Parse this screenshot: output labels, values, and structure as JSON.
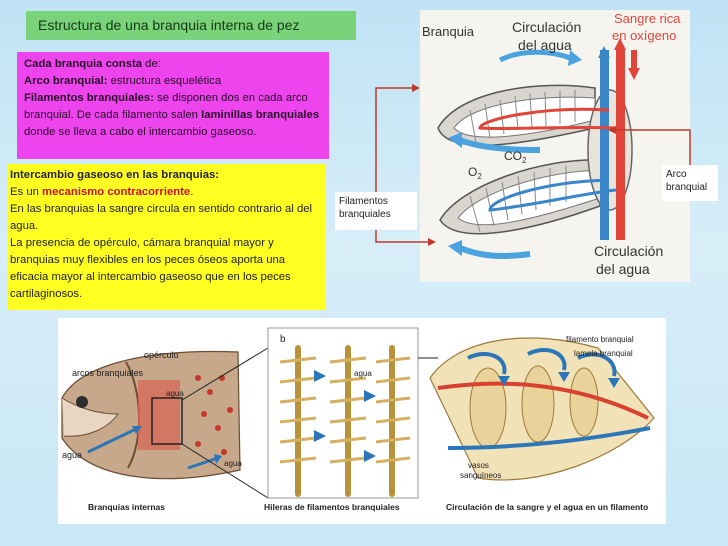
{
  "title": "Estructura de una branquia interna de pez",
  "pink_box": {
    "line1_bold": "Cada branquia consta",
    "line1_rest": " de:",
    "line2_bold": "Arco branquial:",
    "line2_rest": " estructura esquelética",
    "line3_bold": "Filamentos branquiales:",
    "line3_rest": " se disponen dos en cada arco branquial. De cada filamento salen ",
    "line3_bold2": "laminillas branquiales",
    "line3_rest2": " donde se lleva a cabo el intercambio gaseoso."
  },
  "yellow_box": {
    "heading": "Intercambio gaseoso en las branquias:",
    "p1_pre": "Es un ",
    "p1_hl": "mecanismo contracorriente",
    "p1_post": ".",
    "p2": "En las branquias la sangre circula en sentido contrario al del agua.",
    "p3": "La presencia de opérculo, cámara branquial mayor y branquias muy flexibles en los peces óseos aporta una eficacia mayor al intercambio gaseoso que en los peces cartilaginosos."
  },
  "labels": {
    "filamentos": "Filamentos branquiales",
    "arco": "Arco branquial"
  },
  "top_figure": {
    "branquia": "Branquia",
    "circ_agua_top_1": "Circulación",
    "circ_agua_top_2": "del agua",
    "sangre_1": "Sangre rica",
    "sangre_2": "en oxígeno",
    "co2": "CO",
    "co2_sub": "2",
    "o2": "O",
    "o2_sub": "2",
    "circ_agua_bot_1": "Circulación",
    "circ_agua_bot_2": "del agua"
  },
  "bottom_figure": {
    "operculo": "opérculo",
    "arcos": "arcos branquiales",
    "agua1": "agua",
    "agua2": "agua",
    "agua3": "agua",
    "agua4": "agua",
    "panel_b": "b",
    "filamento": "filamento branquial",
    "lamela": "lamela branquial",
    "vasos_1": "vasos",
    "vasos_2": "sanguíneos",
    "cap1": "Branquias internas",
    "cap2": "Hileras de filamentos branquiales",
    "cap3": "Circulación de la sangre y el agua en un filamento"
  }
}
